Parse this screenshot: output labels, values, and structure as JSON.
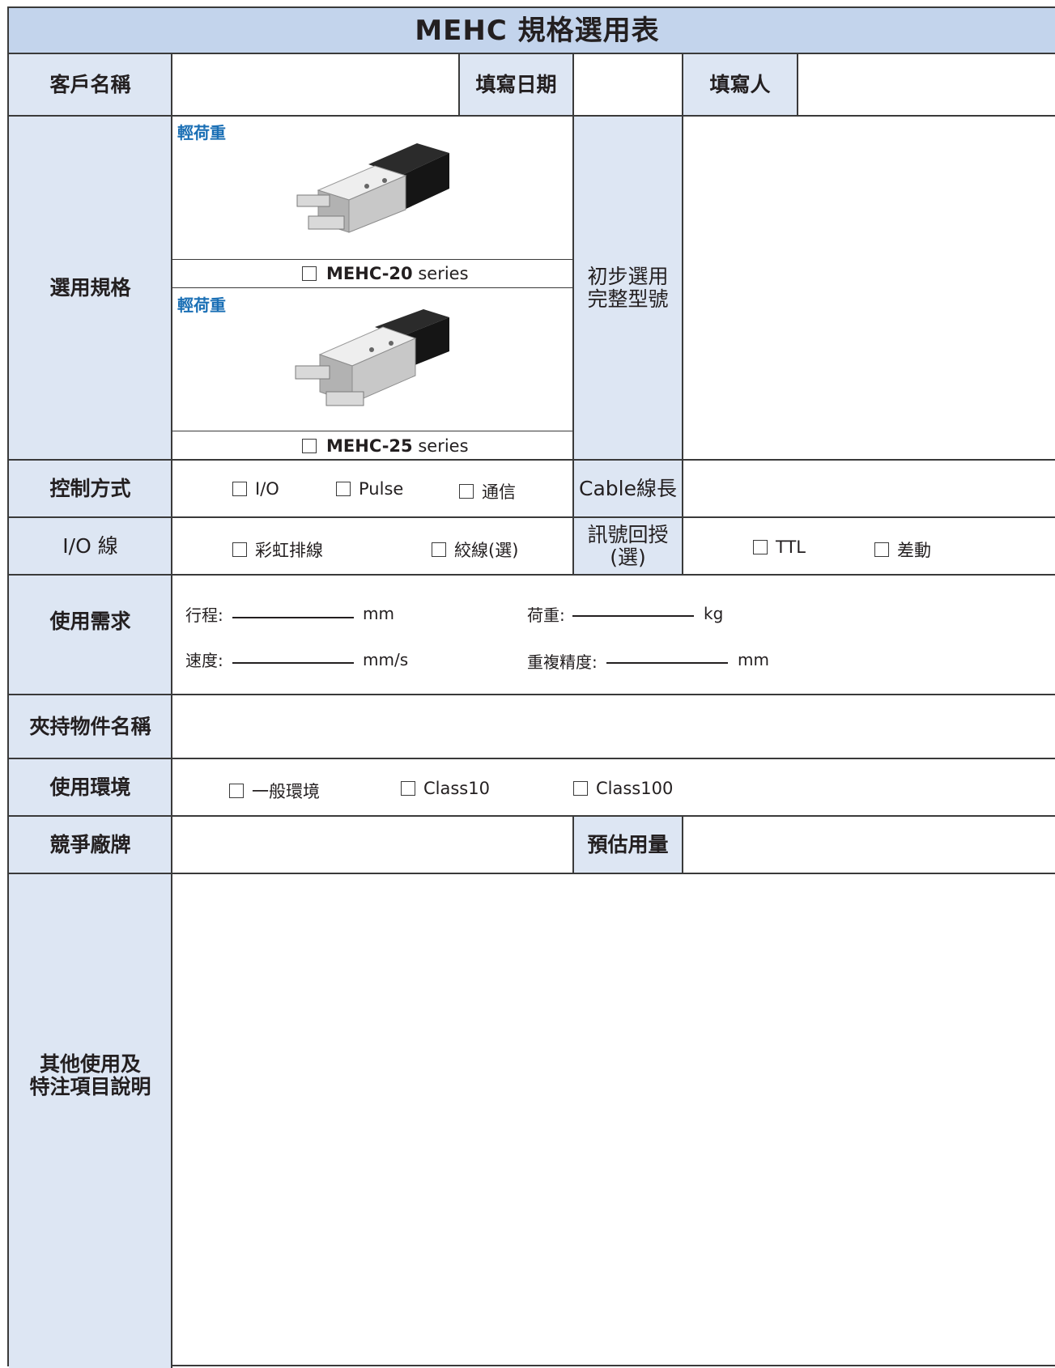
{
  "title": "MEHC 規格選用表",
  "labels": {
    "customer": "客戶名稱",
    "fill_date": "填寫日期",
    "filled_by": "填寫人",
    "spec": "選用規格",
    "model": "初步選用\n完整型號",
    "control": "控制方式",
    "cable": "Cable線長",
    "io_line": "I/O 線",
    "feedback": "訊號回授\n(選)",
    "requirements": "使用需求",
    "object_name": "夾持物件名稱",
    "environment": "使用環境",
    "competitor": "競爭廠牌",
    "quantity": "預估用量",
    "notes": "其他使用及\n特注項目說明"
  },
  "products": [
    {
      "tag": "輕荷重",
      "model": "MEHC-20",
      "suffix": " series",
      "icon": "electric-gripper-image"
    },
    {
      "tag": "輕荷重",
      "model": "MEHC-25",
      "suffix": " series",
      "icon": "electric-gripper-image"
    }
  ],
  "control_options": [
    "I/O",
    "Pulse",
    "通信"
  ],
  "io_options": [
    "彩虹排線",
    "絞線(選)"
  ],
  "feedback_options": [
    "TTL",
    "差動"
  ],
  "requirements": {
    "stroke": {
      "label": "行程:",
      "unit": "mm"
    },
    "load": {
      "label": "荷重:",
      "unit": "kg"
    },
    "speed": {
      "label": "速度:",
      "unit": "mm/s"
    },
    "repeat": {
      "label": "重複精度:",
      "unit": "mm"
    }
  },
  "env_options": [
    "一般環境",
    "Class10",
    "Class100"
  ],
  "colors": {
    "header_bg": "#dde6f3",
    "title_bg": "#c3d4ec",
    "tag_blue": "#1a6fb5"
  }
}
